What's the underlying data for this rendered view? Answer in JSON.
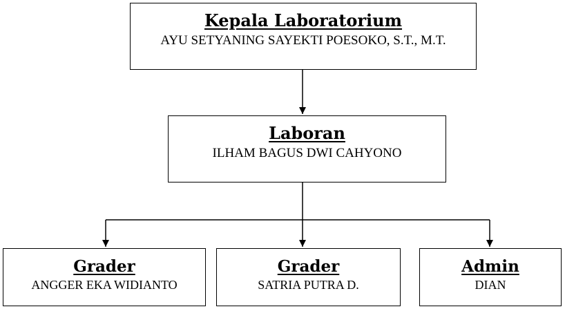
{
  "nodes": {
    "head": {
      "title": "Kepala Laboratorium",
      "name": "AYU SETYANING SAYEKTI POESOKO, S.T., M.T."
    },
    "laboran": {
      "title": "Laboran",
      "name": "ILHAM BAGUS DWI CAHYONO"
    },
    "grader_1": {
      "title": "Grader",
      "name": "ANGGER EKA WIDIANTO"
    },
    "grader_2": {
      "title": "Grader",
      "name": "SATRIA PUTRA D."
    },
    "admin": {
      "title": "Admin",
      "name": "DIAN"
    }
  },
  "edges": [
    {
      "from": "Kepala Laboratorium",
      "to": "Laboran"
    },
    {
      "from": "Laboran",
      "to": "Grader (ANGGER EKA WIDIANTO)"
    },
    {
      "from": "Laboran",
      "to": "Grader (SATRIA PUTRA D.)"
    },
    {
      "from": "Laboran",
      "to": "Admin"
    }
  ]
}
